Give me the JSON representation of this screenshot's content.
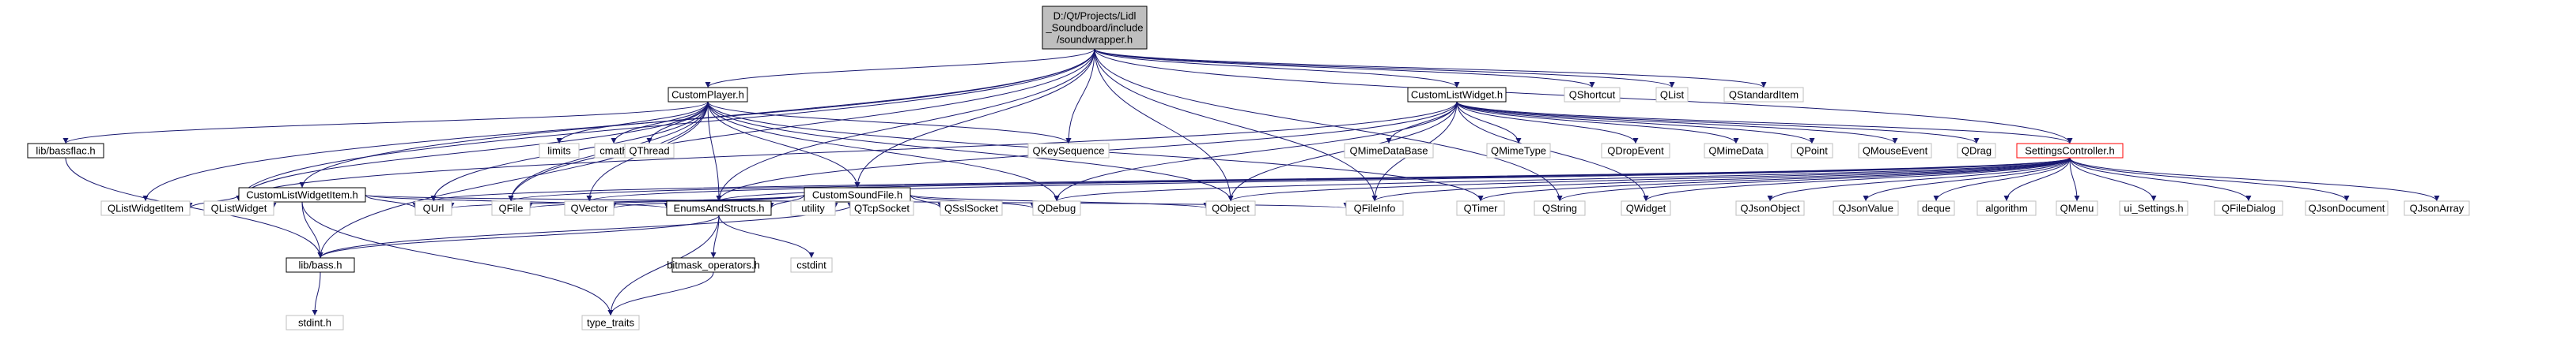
{
  "diagram": {
    "colors": {
      "edge": "#191970",
      "root_fill": "#bfbfbf",
      "node_border": "#000000",
      "external_border": "#bfbfbf",
      "highlight_border": "#ff0000"
    },
    "nodes": [
      {
        "id": "root",
        "lines": [
          "D:/Qt/Projects/Lidl",
          "_Soundboard/include",
          "/soundwrapper.h"
        ],
        "style": "root"
      },
      {
        "id": "player",
        "lines": [
          "CustomPlayer.h"
        ],
        "style": "box"
      },
      {
        "id": "clw",
        "lines": [
          "CustomListWidget.h"
        ],
        "style": "box"
      },
      {
        "id": "qshortcut",
        "lines": [
          "QShortcut"
        ],
        "style": "ext"
      },
      {
        "id": "qlist",
        "lines": [
          "QList"
        ],
        "style": "ext"
      },
      {
        "id": "qstditem",
        "lines": [
          "QStandardItem"
        ],
        "style": "ext"
      },
      {
        "id": "bassflac",
        "lines": [
          "lib/bassflac.h"
        ],
        "style": "box"
      },
      {
        "id": "clwi",
        "lines": [
          "CustomListWidgetItem.h"
        ],
        "style": "box"
      },
      {
        "id": "limits",
        "lines": [
          "limits"
        ],
        "style": "ext"
      },
      {
        "id": "cmath",
        "lines": [
          "cmath"
        ],
        "style": "ext"
      },
      {
        "id": "qthread",
        "lines": [
          "QThread"
        ],
        "style": "ext"
      },
      {
        "id": "csf",
        "lines": [
          "CustomSoundFile.h"
        ],
        "style": "box"
      },
      {
        "id": "qkeyseq",
        "lines": [
          "QKeySequence"
        ],
        "style": "ext"
      },
      {
        "id": "qmimedatabase",
        "lines": [
          "QMimeDataBase"
        ],
        "style": "ext"
      },
      {
        "id": "qmimetype",
        "lines": [
          "QMimeType"
        ],
        "style": "ext"
      },
      {
        "id": "qdropevent",
        "lines": [
          "QDropEvent"
        ],
        "style": "ext"
      },
      {
        "id": "qmimedata",
        "lines": [
          "QMimeData"
        ],
        "style": "ext"
      },
      {
        "id": "qpoint",
        "lines": [
          "QPoint"
        ],
        "style": "ext"
      },
      {
        "id": "qmouseevent",
        "lines": [
          "QMouseEvent"
        ],
        "style": "ext"
      },
      {
        "id": "qdrag",
        "lines": [
          "QDrag"
        ],
        "style": "ext"
      },
      {
        "id": "settings",
        "lines": [
          "SettingsController.h"
        ],
        "style": "red"
      },
      {
        "id": "qlistwidgetitem",
        "lines": [
          "QListWidgetItem"
        ],
        "style": "ext"
      },
      {
        "id": "qlistwidget",
        "lines": [
          "QListWidget"
        ],
        "style": "ext"
      },
      {
        "id": "qurl",
        "lines": [
          "QUrl"
        ],
        "style": "ext"
      },
      {
        "id": "qfile",
        "lines": [
          "QFile"
        ],
        "style": "ext"
      },
      {
        "id": "qvector",
        "lines": [
          "QVector"
        ],
        "style": "ext"
      },
      {
        "id": "enums",
        "lines": [
          "EnumsAndStructs.h"
        ],
        "style": "box"
      },
      {
        "id": "utility",
        "lines": [
          "utility"
        ],
        "style": "ext"
      },
      {
        "id": "qtcpsocket",
        "lines": [
          "QTcpSocket"
        ],
        "style": "ext"
      },
      {
        "id": "qsslsocket",
        "lines": [
          "QSslSocket"
        ],
        "style": "ext"
      },
      {
        "id": "qdebug",
        "lines": [
          "QDebug"
        ],
        "style": "ext"
      },
      {
        "id": "qobject",
        "lines": [
          "QObject"
        ],
        "style": "ext"
      },
      {
        "id": "qfileinfo",
        "lines": [
          "QFileInfo"
        ],
        "style": "ext"
      },
      {
        "id": "qtimer",
        "lines": [
          "QTimer"
        ],
        "style": "ext"
      },
      {
        "id": "qstring",
        "lines": [
          "QString"
        ],
        "style": "ext"
      },
      {
        "id": "qwidget",
        "lines": [
          "QWidget"
        ],
        "style": "ext"
      },
      {
        "id": "qjsonobject",
        "lines": [
          "QJsonObject"
        ],
        "style": "ext"
      },
      {
        "id": "qjsonvalue",
        "lines": [
          "QJsonValue"
        ],
        "style": "ext"
      },
      {
        "id": "deque",
        "lines": [
          "deque"
        ],
        "style": "ext"
      },
      {
        "id": "algorithm",
        "lines": [
          "algorithm"
        ],
        "style": "ext"
      },
      {
        "id": "qmenu",
        "lines": [
          "QMenu"
        ],
        "style": "ext"
      },
      {
        "id": "uisettings",
        "lines": [
          "ui_Settings.h"
        ],
        "style": "ext"
      },
      {
        "id": "qfiledialog",
        "lines": [
          "QFileDialog"
        ],
        "style": "ext"
      },
      {
        "id": "qjsondocument",
        "lines": [
          "QJsonDocument"
        ],
        "style": "ext"
      },
      {
        "id": "qjsonarray",
        "lines": [
          "QJsonArray"
        ],
        "style": "ext"
      },
      {
        "id": "bass",
        "lines": [
          "lib/bass.h"
        ],
        "style": "box"
      },
      {
        "id": "bitmask",
        "lines": [
          "bitmask_operators.h"
        ],
        "style": "box"
      },
      {
        "id": "cstdint",
        "lines": [
          "cstdint"
        ],
        "style": "ext"
      },
      {
        "id": "stdinth",
        "lines": [
          "stdint.h"
        ],
        "style": "ext"
      },
      {
        "id": "typetraits",
        "lines": [
          "type_traits"
        ],
        "style": "ext"
      }
    ],
    "edges": [
      [
        "root",
        "player"
      ],
      [
        "root",
        "clw"
      ],
      [
        "root",
        "qshortcut"
      ],
      [
        "root",
        "qlist"
      ],
      [
        "root",
        "qstditem"
      ],
      [
        "root",
        "clwi"
      ],
      [
        "root",
        "csf"
      ],
      [
        "root",
        "qkeyseq"
      ],
      [
        "root",
        "settings"
      ],
      [
        "root",
        "qlistwidgetitem"
      ],
      [
        "root",
        "qlistwidget"
      ],
      [
        "root",
        "qfile"
      ],
      [
        "root",
        "enums"
      ],
      [
        "root",
        "qobject"
      ],
      [
        "root",
        "qfileinfo"
      ],
      [
        "root",
        "qstring"
      ],
      [
        "player",
        "bassflac"
      ],
      [
        "player",
        "limits"
      ],
      [
        "player",
        "cmath"
      ],
      [
        "player",
        "qthread"
      ],
      [
        "player",
        "csf"
      ],
      [
        "player",
        "qkeyseq"
      ],
      [
        "player",
        "qfile"
      ],
      [
        "player",
        "enums"
      ],
      [
        "player",
        "qvector"
      ],
      [
        "player",
        "qdebug"
      ],
      [
        "player",
        "qobject"
      ],
      [
        "player",
        "qtimer"
      ],
      [
        "player",
        "qurl"
      ],
      [
        "player",
        "bass"
      ],
      [
        "player",
        "qlistwidget"
      ],
      [
        "clw",
        "qmimedatabase"
      ],
      [
        "clw",
        "qmimetype"
      ],
      [
        "clw",
        "qdropevent"
      ],
      [
        "clw",
        "qmimedata"
      ],
      [
        "clw",
        "qpoint"
      ],
      [
        "clw",
        "qmouseevent"
      ],
      [
        "clw",
        "qdrag"
      ],
      [
        "clw",
        "settings"
      ],
      [
        "clw",
        "qlistwidget"
      ],
      [
        "clw",
        "qobject"
      ],
      [
        "clw",
        "qfileinfo"
      ],
      [
        "clw",
        "qwidget"
      ],
      [
        "clw",
        "qdebug"
      ],
      [
        "clw",
        "enums"
      ],
      [
        "clwi",
        "qlistwidgetitem"
      ],
      [
        "clwi",
        "qlistwidget"
      ],
      [
        "clwi",
        "qurl"
      ],
      [
        "clwi",
        "bass"
      ],
      [
        "clwi",
        "typetraits"
      ],
      [
        "clwi",
        "qfileinfo"
      ],
      [
        "clwi",
        "enums"
      ],
      [
        "csf",
        "qfile"
      ],
      [
        "csf",
        "qvector"
      ],
      [
        "csf",
        "enums"
      ],
      [
        "csf",
        "utility"
      ],
      [
        "csf",
        "qtcpsocket"
      ],
      [
        "csf",
        "qsslsocket"
      ],
      [
        "csf",
        "qdebug"
      ],
      [
        "csf",
        "qobject"
      ],
      [
        "csf",
        "bass"
      ],
      [
        "csf",
        "qurl"
      ],
      [
        "settings",
        "qjsonobject"
      ],
      [
        "settings",
        "qjsonvalue"
      ],
      [
        "settings",
        "deque"
      ],
      [
        "settings",
        "algorithm"
      ],
      [
        "settings",
        "qmenu"
      ],
      [
        "settings",
        "uisettings"
      ],
      [
        "settings",
        "qfiledialog"
      ],
      [
        "settings",
        "qjsondocument"
      ],
      [
        "settings",
        "qjsonarray"
      ],
      [
        "settings",
        "qwidget"
      ],
      [
        "settings",
        "qstring"
      ],
      [
        "settings",
        "qtimer"
      ],
      [
        "settings",
        "qfileinfo"
      ],
      [
        "settings",
        "qobject"
      ],
      [
        "settings",
        "qdebug"
      ],
      [
        "settings",
        "enums"
      ],
      [
        "settings",
        "qfile"
      ],
      [
        "settings",
        "qvector"
      ],
      [
        "settings",
        "qurl"
      ],
      [
        "enums",
        "bitmask"
      ],
      [
        "enums",
        "cstdint"
      ],
      [
        "enums",
        "typetraits"
      ],
      [
        "enums",
        "bass"
      ],
      [
        "bitmask",
        "typetraits"
      ],
      [
        "bassflac",
        "bass"
      ],
      [
        "bass",
        "stdinth"
      ]
    ]
  }
}
